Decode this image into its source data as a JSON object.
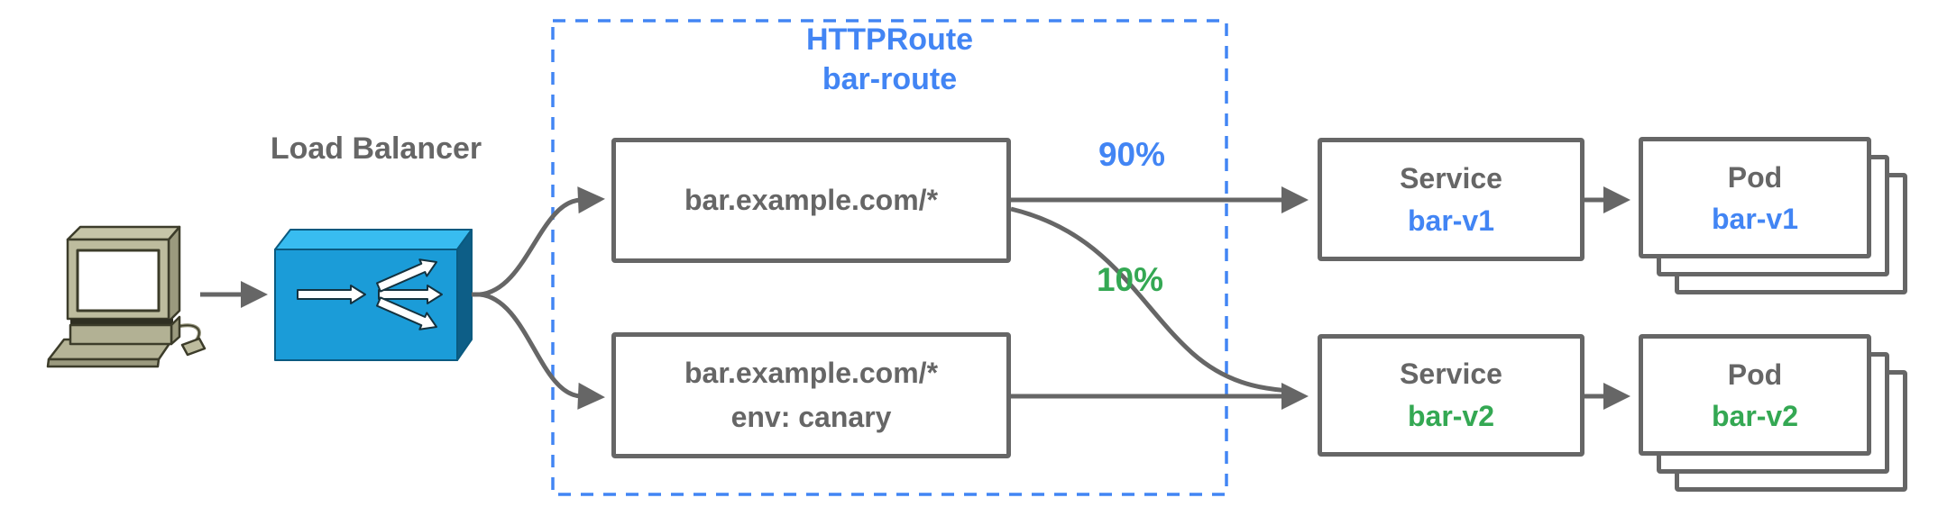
{
  "load_balancer": {
    "label": "Load Balancer"
  },
  "httproute": {
    "title": "HTTPRoute",
    "name": "bar-route",
    "rules": [
      {
        "match": "bar.example.com/*"
      },
      {
        "match": "bar.example.com/*",
        "header": "env: canary"
      }
    ]
  },
  "weights": {
    "primary": "90%",
    "canary": "10%"
  },
  "services": [
    {
      "kind": "Service",
      "name": "bar-v1"
    },
    {
      "kind": "Service",
      "name": "bar-v2"
    }
  ],
  "pods": [
    {
      "kind": "Pod",
      "name": "bar-v1"
    },
    {
      "kind": "Pod",
      "name": "bar-v2"
    }
  ],
  "colors": {
    "line_gray": "#666666",
    "blue_accent": "#4285F4",
    "green_accent": "#34A853",
    "lb_front": "#1B9CD8",
    "lb_top": "#38BCF0",
    "lb_side": "#0D5E87",
    "computer_body": "#BDBC9E"
  }
}
